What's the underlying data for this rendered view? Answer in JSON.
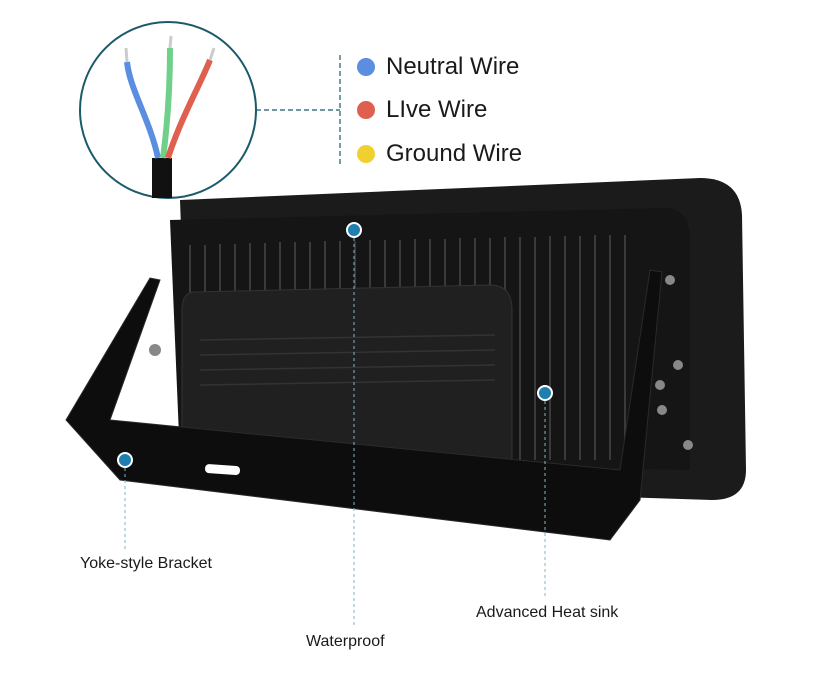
{
  "legend": [
    {
      "label": "Neutral Wire",
      "color": "#5b8de0"
    },
    {
      "label": "LIve Wire",
      "color": "#e0604f"
    },
    {
      "label": "Ground Wire",
      "color": "#f0d030"
    }
  ],
  "callouts": {
    "bracket": "Yoke-style Bracket",
    "waterproof": "Waterproof",
    "heat_sink": "Advanced Heat sink"
  },
  "colors": {
    "accent": "#1f7fb0",
    "circle": "#1c5a6a"
  }
}
